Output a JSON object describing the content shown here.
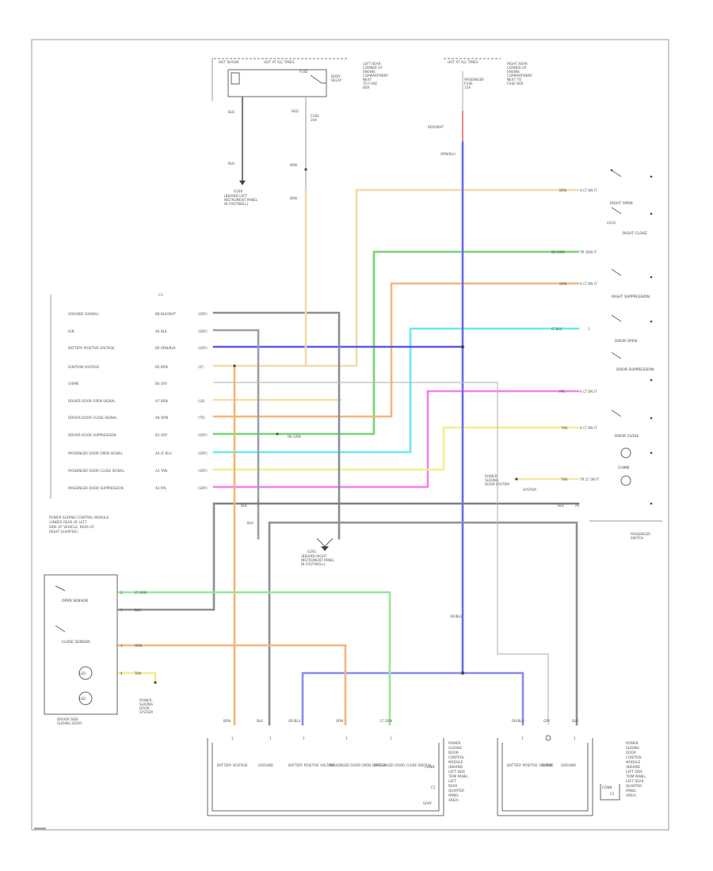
{
  "labels": {
    "ecm_pins": [
      "GROUND (SIGNAL)",
      "IGN",
      "BATTERY POSITIVE VOLTAGE",
      "IGNITION VOLTAGE",
      "CHIME",
      "DRIVER DOOR OPEN SIGNAL",
      "DRIVER DOOR CLOSE SIGNAL",
      "DRIVER DOOR SUPPRESSION",
      "PASSENGER DOOR OPEN SIGNAL",
      "PASSENGER DOOR CLOSE SIGNAL",
      "PASSENGER DOOR SUPPRESSION"
    ],
    "bottom_pins": [
      "BATTERY VOLTAGE",
      "GROUND",
      "BATTERY POSITIVE VOLTAGE",
      "PASSENGER DOOR OPEN SWITCH",
      "PASSENGER DOOR CLOSE SWITCH"
    ],
    "bottom_pins_right": [
      "BATTERY POSITIVE VOLTAGE",
      "CHIME",
      "GROUND"
    ],
    "right_switches": [
      "RIGHT OPEN",
      "RIGHT CLOSE",
      "RIGHT SUPPRESSION",
      "DOOR OPEN",
      "DOOR SUPPRESSION",
      "DOOR CLOSE",
      "CHIME"
    ],
    "left_switches": [
      "OPEN SENSOR",
      "CLOSE SENSOR"
    ],
    "ground_labels": [
      "G200 (BEHIND LEFT INSTRUMENT PANEL)",
      "G201 (BEHIND RIGHT INSTRUMENT PANEL)"
    ]
  }
}
